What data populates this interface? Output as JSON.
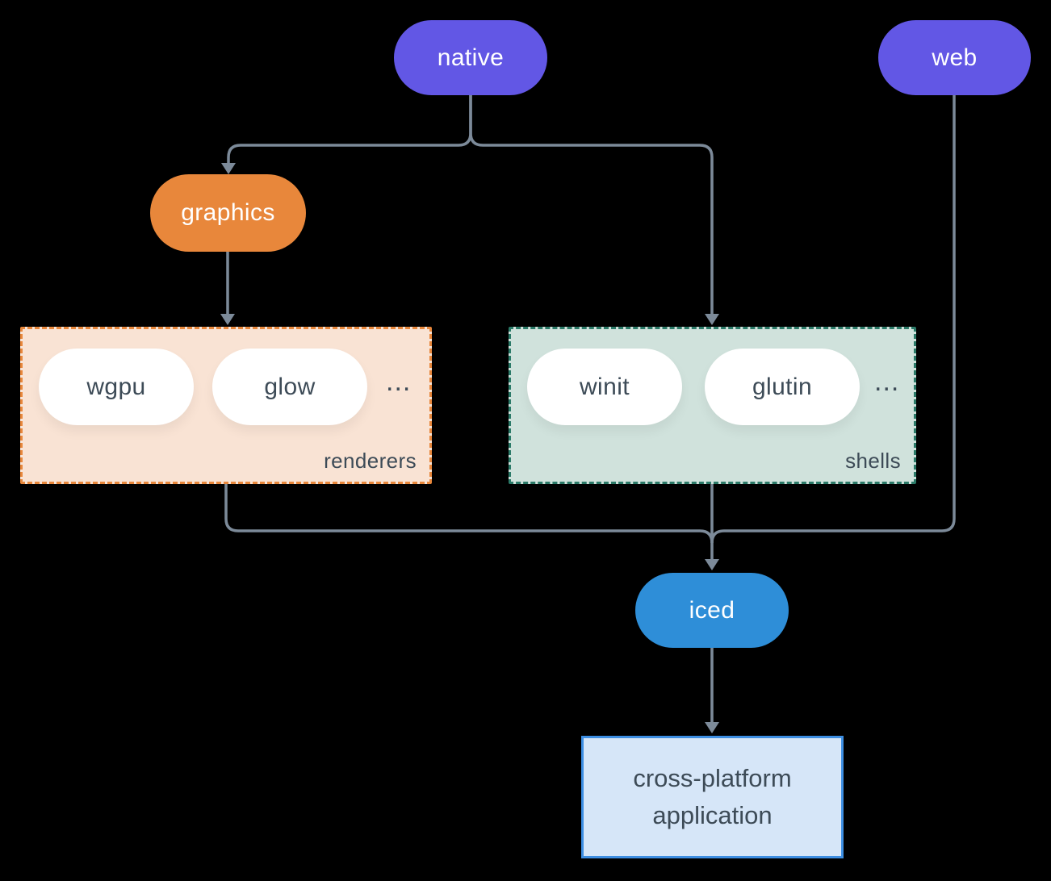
{
  "diagram": {
    "background_color": "#000000",
    "connector_color": "#7c8a99",
    "nodes": {
      "native": {
        "label": "native",
        "color": "#6257e5",
        "text_color": "#ffffff"
      },
      "web": {
        "label": "web",
        "color": "#6257e5",
        "text_color": "#ffffff"
      },
      "graphics": {
        "label": "graphics",
        "color": "#e8873b",
        "text_color": "#ffffff"
      },
      "iced": {
        "label": "iced",
        "color": "#2e8ed8",
        "text_color": "#ffffff"
      },
      "application": {
        "label": "cross-platform application",
        "background": "#d6e6f8",
        "border_color": "#3d8ee2",
        "text_color": "#3d4b57"
      }
    },
    "groups": {
      "renderers": {
        "label": "renderers",
        "items": [
          "wgpu",
          "glow"
        ],
        "ellipsis": "...",
        "background": "#f9e3d4",
        "border_color": "#e8873b",
        "item_text_color": "#3d4b57"
      },
      "shells": {
        "label": "shells",
        "items": [
          "winit",
          "glutin"
        ],
        "ellipsis": "...",
        "background": "#d0e2dc",
        "border_color": "#2b7a68",
        "item_text_color": "#3d4b57"
      }
    },
    "edges": [
      {
        "from": "native",
        "to": "graphics"
      },
      {
        "from": "native",
        "to": "shells"
      },
      {
        "from": "graphics",
        "to": "renderers"
      },
      {
        "from": "renderers",
        "to": "iced"
      },
      {
        "from": "shells",
        "to": "iced"
      },
      {
        "from": "web",
        "to": "iced"
      },
      {
        "from": "iced",
        "to": "application"
      }
    ]
  }
}
